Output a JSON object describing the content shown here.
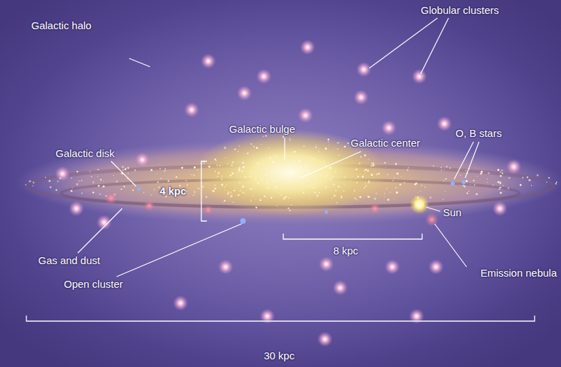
{
  "diagram": {
    "labels": [
      "Galactic halo",
      "Globular clusters",
      "Galactic bulge",
      "Galactic center",
      "O, B stars",
      "Galactic disk",
      "4 kpc",
      "Sun",
      "Gas and dust",
      "8 kpc",
      "Emission nebula",
      "Open cluster",
      "30 kpc"
    ]
  }
}
